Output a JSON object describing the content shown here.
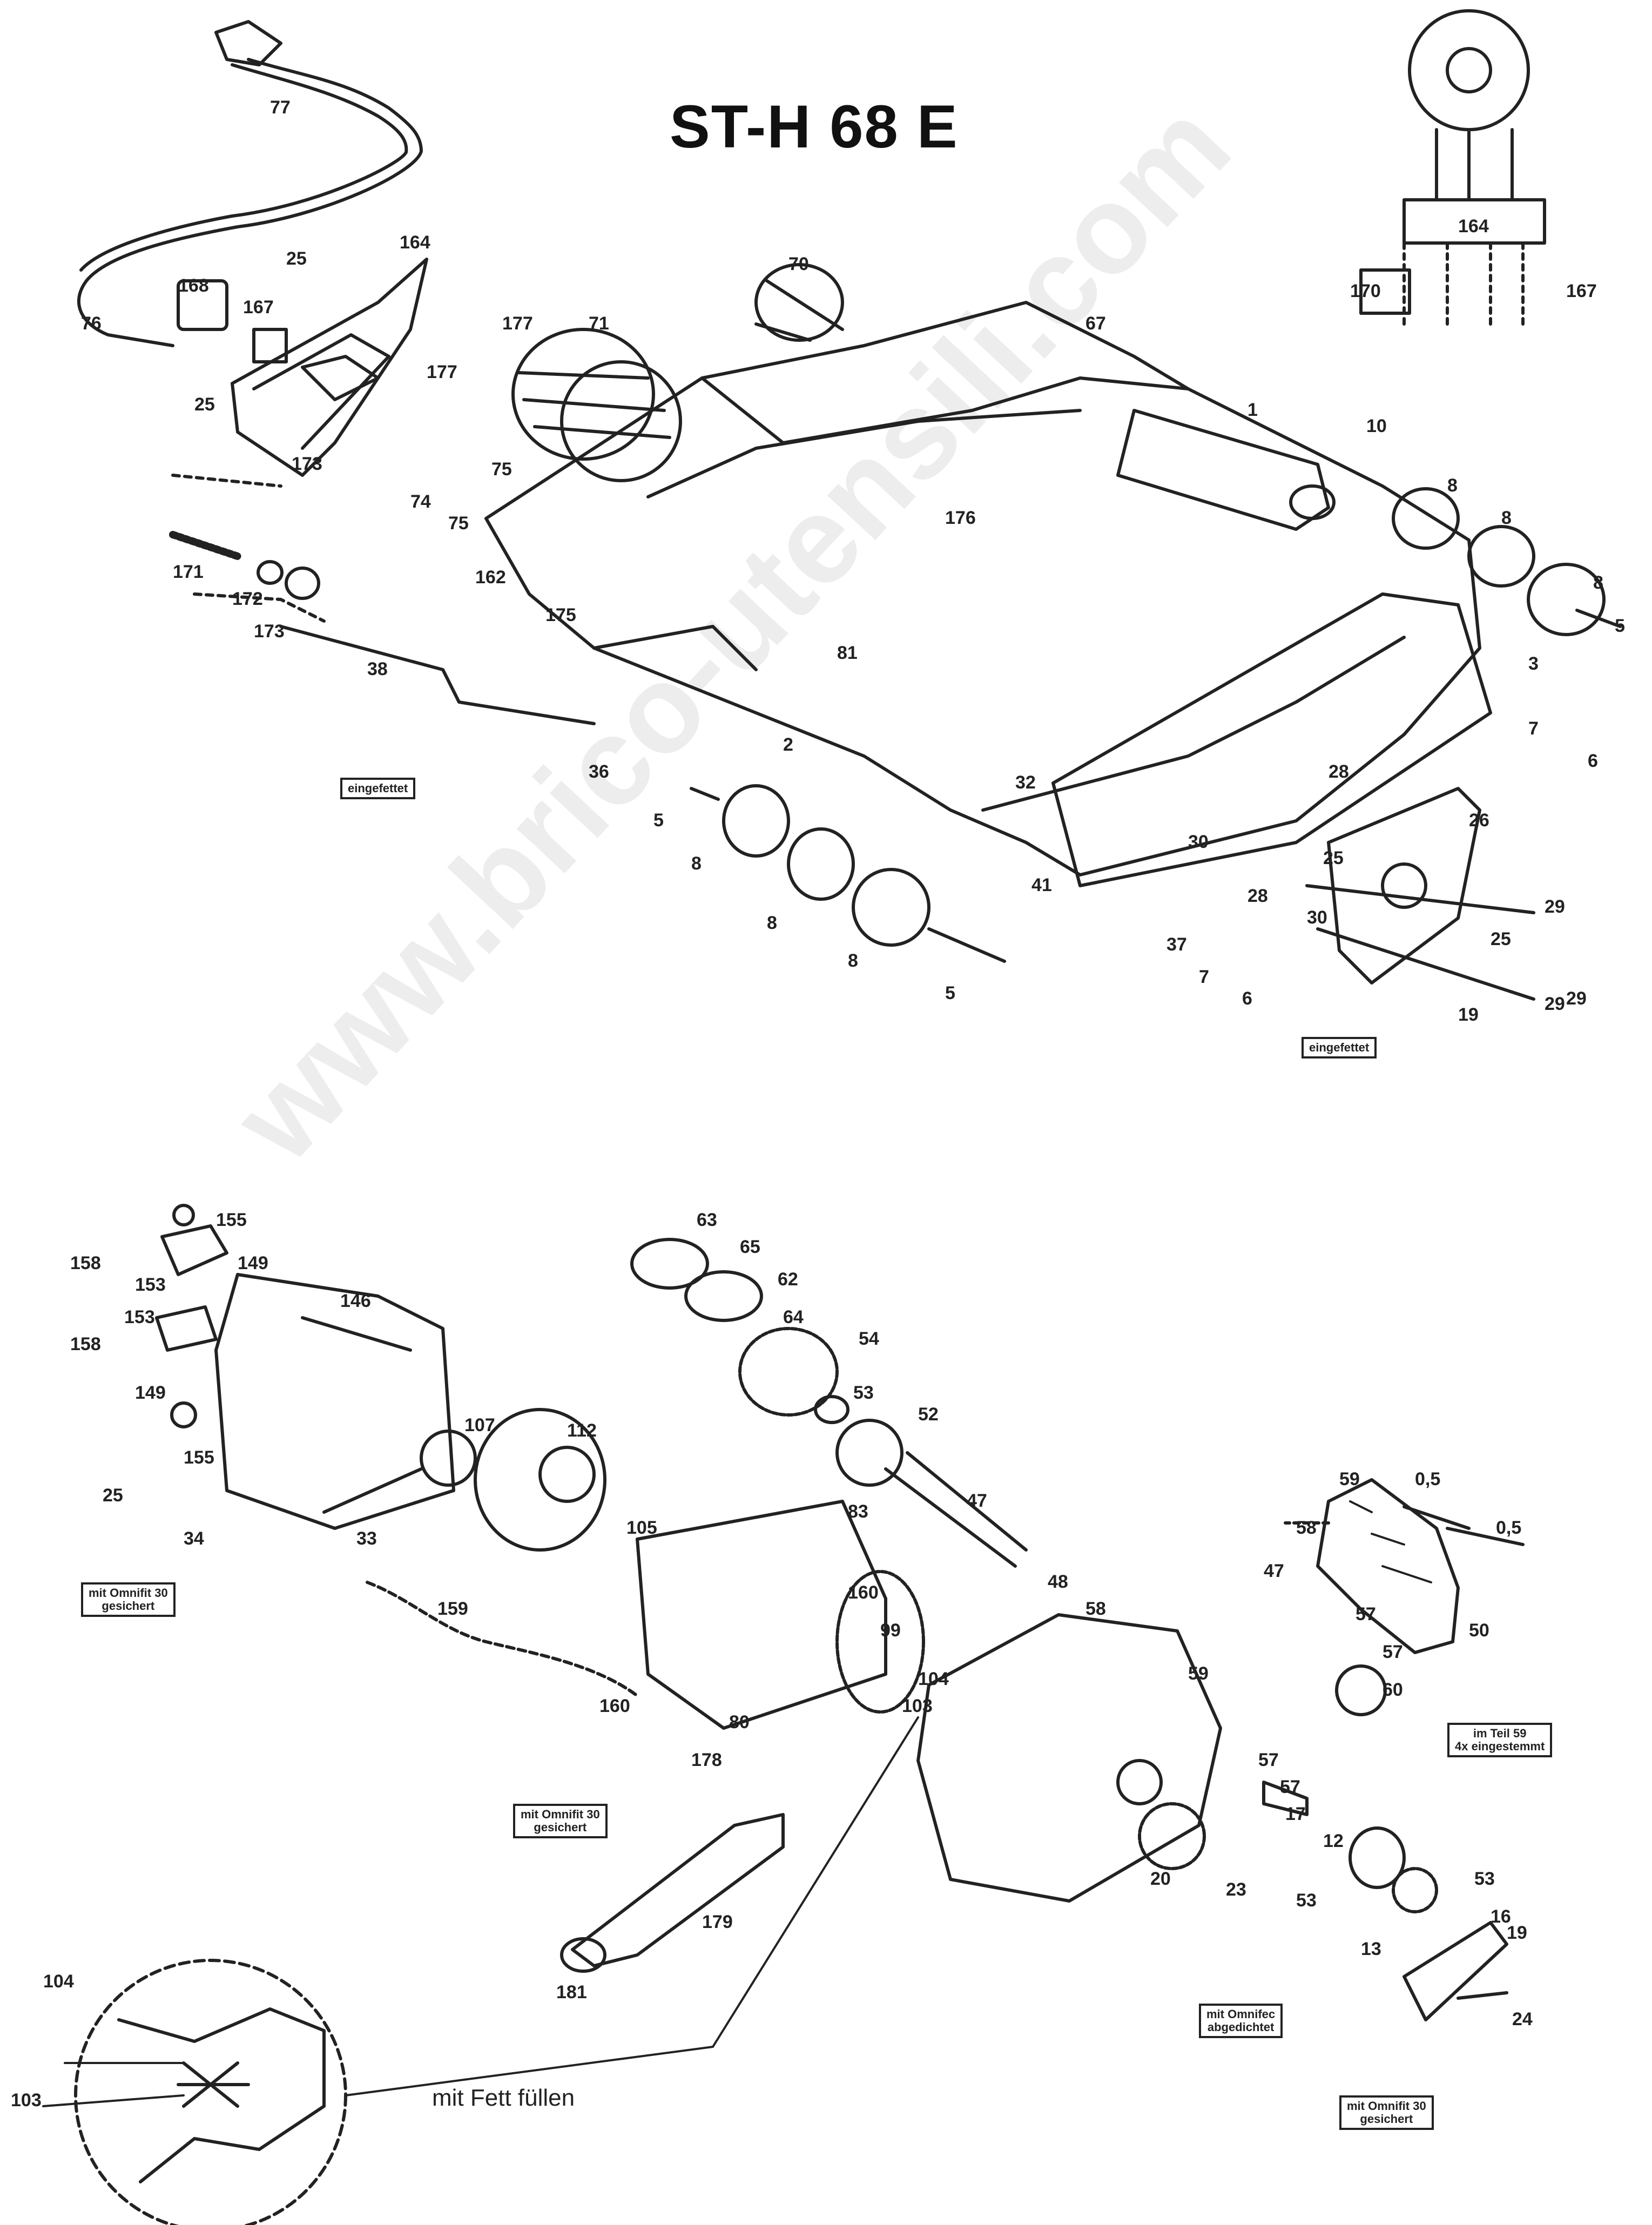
{
  "title": "ST-H 68 E",
  "watermark": "www.brico-utensili.com",
  "notes": {
    "top_left_grease": "eingefettet",
    "top_right_grease": "eingefettet",
    "omnifit_25": "mit Omnifit 30\ngesichert",
    "omnifit_178": "mit Omnifit 30\ngesichert",
    "teil59": "im Teil 59\n4x eingestemmt",
    "omnifec": "mit Omnifec\nabgedichtet",
    "omnifit_24": "mit Omnifit 30\ngesichert",
    "fett": "mit Fett füllen"
  },
  "detail_dims": {
    "a": "0,5",
    "b": "0,5"
  },
  "part_labels": [
    "77",
    "25",
    "164",
    "168",
    "167",
    "76",
    "25",
    "177",
    "71",
    "177",
    "173",
    "75",
    "74",
    "75",
    "171",
    "172",
    "173",
    "162",
    "175",
    "38",
    "36",
    "70",
    "67",
    "1",
    "10",
    "8",
    "8",
    "8",
    "5",
    "3",
    "176",
    "81",
    "2",
    "32",
    "7",
    "6",
    "28",
    "26",
    "30",
    "30",
    "25",
    "29",
    "25",
    "29",
    "28",
    "41",
    "37",
    "7",
    "6",
    "19",
    "29",
    "5",
    "8",
    "8",
    "8",
    "5",
    "170",
    "164",
    "167",
    "155",
    "158",
    "153",
    "149",
    "146",
    "158",
    "153",
    "149",
    "155",
    "25",
    "34",
    "33",
    "107",
    "112",
    "105",
    "63",
    "65",
    "62",
    "64",
    "54",
    "53",
    "52",
    "83",
    "47",
    "160",
    "48",
    "58",
    "99",
    "104",
    "80",
    "103",
    "59",
    "159",
    "160",
    "57",
    "57",
    "60",
    "17",
    "12",
    "20",
    "23",
    "53",
    "13",
    "53",
    "16",
    "19",
    "24",
    "178",
    "179",
    "181",
    "104",
    "103",
    "59",
    "58",
    "47",
    "57",
    "57",
    "50"
  ]
}
